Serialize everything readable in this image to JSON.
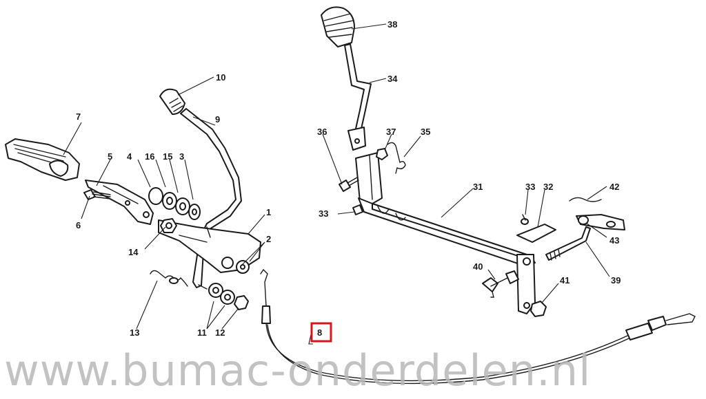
{
  "diagram": {
    "part_numbers": [
      "1",
      "2",
      "3",
      "4",
      "5",
      "6",
      "7",
      "8",
      "9",
      "10",
      "11",
      "12",
      "13",
      "14",
      "15",
      "16",
      "31",
      "32",
      "33",
      "33",
      "34",
      "35",
      "36",
      "37",
      "38",
      "39",
      "40",
      "41",
      "42",
      "43"
    ],
    "highlighted_part": "8",
    "highlight_color": "#d8141b"
  },
  "watermark": {
    "text": "www.bumac-onderdelen.nl"
  }
}
